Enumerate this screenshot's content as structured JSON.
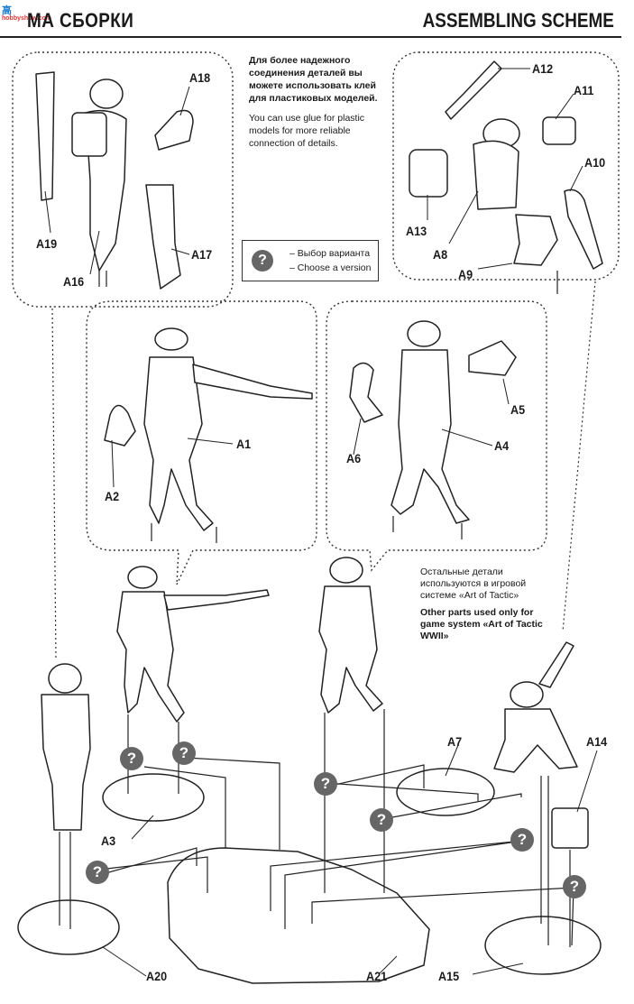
{
  "header": {
    "title_ru": "МА СБОРКИ",
    "title_en": "ASSEMBLING SCHEME",
    "logo": "高",
    "logo_sub": "hobbyshow.com"
  },
  "notes": {
    "ru": "Для более надежного соединения деталей вы можете использовать клей для пластиковых моделей.",
    "en": "You can use glue for plastic models for more reliable connection of details."
  },
  "legend": {
    "icon": "?",
    "ru": "– Выбор варианта",
    "en": "– Choose a version"
  },
  "side_note": {
    "ru": "Остальные детали используются в игровой системе «Art of Tactic»",
    "en": "Other parts used only for game system «Art of Tactic WWII»"
  },
  "parts": {
    "a1": "A1",
    "a2": "A2",
    "a3": "A3",
    "a4": "A4",
    "a5": "A5",
    "a6": "A6",
    "a7": "A7",
    "a8": "A8",
    "a9": "A9",
    "a10": "A10",
    "a11": "A11",
    "a12": "A12",
    "a13": "A13",
    "a14": "A14",
    "a15": "A15",
    "a16": "A16",
    "a17": "A17",
    "a18": "A18",
    "a19": "A19",
    "a20": "A20",
    "a21": "A21"
  },
  "choice_marker": "?"
}
